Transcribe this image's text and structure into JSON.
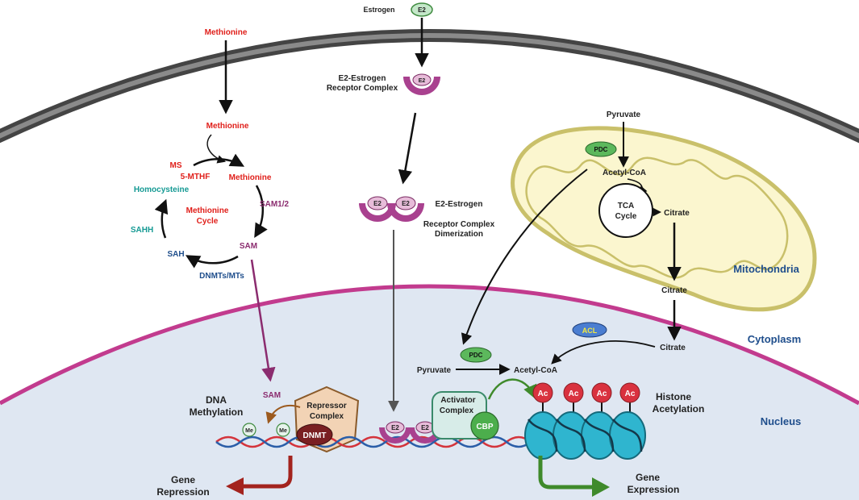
{
  "colors": {
    "red_label": "#e0201b",
    "purple_label": "#8b2c6f",
    "teal_label": "#169a94",
    "navy_label": "#1f4e8c",
    "membrane_dark": "#4a4a4a",
    "nucleus_fill": "#dfe7f2",
    "nuclear_envelope": "#c23b8e",
    "mito_fill": "#fbf6cf",
    "mito_stroke": "#c9c06a",
    "receptor": "#a9418f",
    "estrogen_fill": "#c4e7c9",
    "pdc_fill": "#5cb85c",
    "acl_fill": "#4b7ed1",
    "acl_text": "#f2e940",
    "histone_tag": "#d9323f",
    "nucleosome": "#2fb5cf",
    "repressor_fill": "#f2d3b5",
    "dnmt_fill": "#7a1f22",
    "activator_fill": "#d7ece8",
    "cbp_fill": "#4cae4c",
    "dna_red": "#d4343c",
    "dna_blue": "#2b5ea8",
    "gene_repression_arrow": "#a3231e",
    "gene_expression_arrow": "#3f8a2b"
  },
  "estrogen": {
    "label": "Estrogen",
    "e2": "E2"
  },
  "receptor_complex": {
    "line1": "E2-Estrogen",
    "line2": "Receptor Complex",
    "e2": "E2"
  },
  "dimerization": {
    "line1": "E2-Estrogen",
    "line2": "Receptor Complex",
    "line3": "Dimerization",
    "e2": "E2"
  },
  "methionine_cycle": {
    "methionine_top": "Methionine",
    "methionine_mid": "Methionine",
    "methionine_cycle_entry": "Methionine",
    "ms": "MS",
    "mthf": "5-MTHF",
    "homocysteine": "Homocysteine",
    "center_line1": "Methionine",
    "center_line2": "Cycle",
    "sam12": "SAM1/2",
    "sahh": "SAHH",
    "sam": "SAM",
    "sah": "SAH",
    "dnmts": "DNMTs/MTs"
  },
  "mitochondria": {
    "pyruvate": "Pyruvate",
    "pdc": "PDC",
    "acetyl_coa": "Acetyl-CoA",
    "tca_line1": "TCA",
    "tca_line2": "Cycle",
    "citrate_inner": "Citrate",
    "label": "Mitochondria",
    "citrate_outer": "Citrate"
  },
  "cytoplasm": {
    "label": "Cytoplasm",
    "acl": "ACL",
    "citrate": "Citrate"
  },
  "nucleus": {
    "label": "Nucleus",
    "pdc": "PDC",
    "pyruvate": "Pyruvate",
    "acetyl_coa": "Acetyl-CoA",
    "sam": "SAM",
    "dna_methylation_line1": "DNA",
    "dna_methylation_line2": "Methylation",
    "me": "Me",
    "repressor_line1": "Repressor",
    "repressor_line2": "Complex",
    "dnmt": "DNMT",
    "e2": "E2",
    "activator_line1": "Activator",
    "activator_line2": "Complex",
    "cbp": "CBP",
    "ac": "Ac",
    "histone_line1": "Histone",
    "histone_line2": "Acetylation",
    "gene_repression_line1": "Gene",
    "gene_repression_line2": "Repression",
    "gene_expression_line1": "Gene",
    "gene_expression_line2": "Expression"
  }
}
